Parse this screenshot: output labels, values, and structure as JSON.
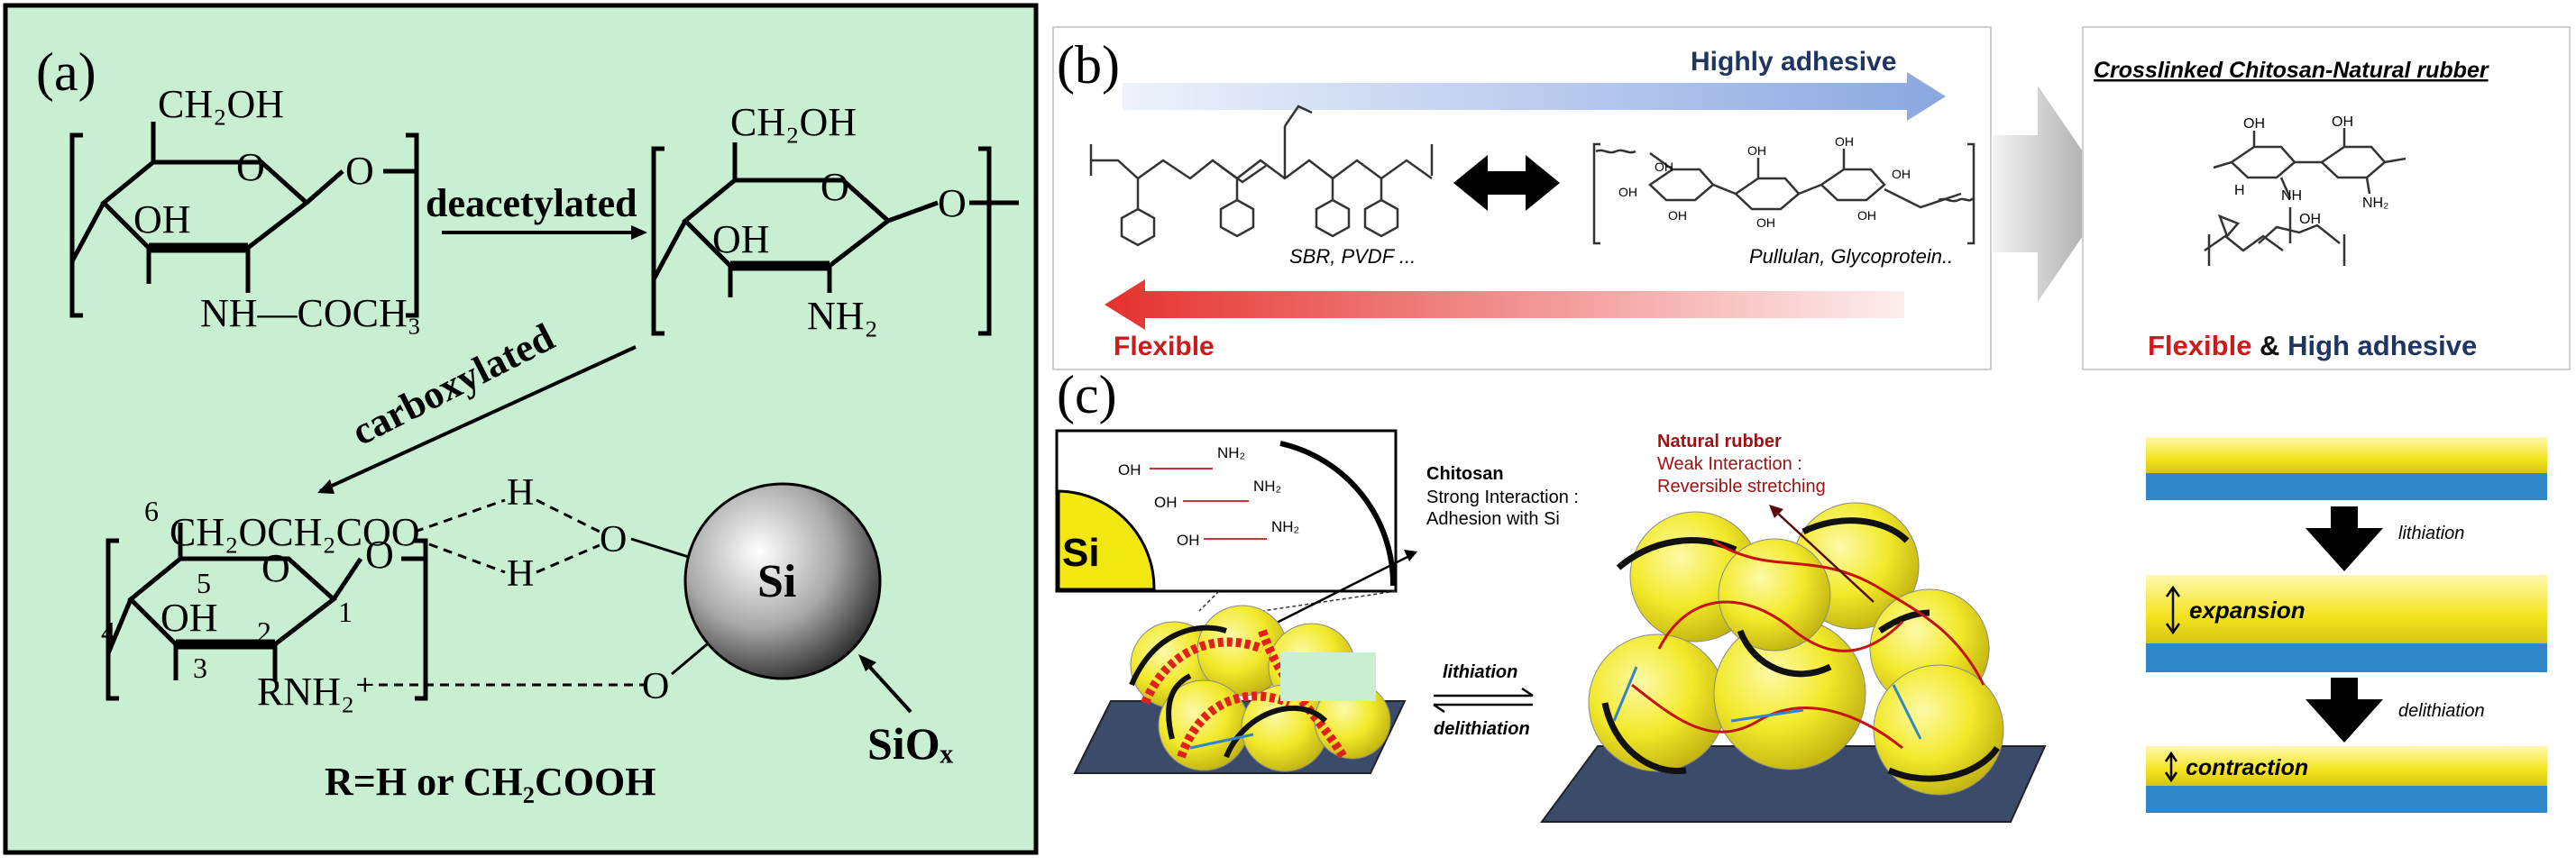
{
  "colors": {
    "panel_a_bg": "#c9efd2",
    "flexible_red": "#d0191b",
    "adhesive_navy": "#1f3562",
    "lilac_arrow": "#9db3e6",
    "rubber_red": "#9e1111",
    "sphere_yellow": "#f2ea2a",
    "substrate_blue": "#3b4b6a",
    "electrode_blue": "#2f87c9"
  },
  "panel_a": {
    "label": "(a)",
    "ch2oh_left": "CH₂OH",
    "ring_O_left": "O",
    "oh_left": "OH",
    "link_O_left": "O",
    "nhcoch3": "NH—COCH₃",
    "deacetylated": "deacetylated",
    "ch2oh_right": "CH₂OH",
    "ring_O_right": "O",
    "oh_right": "OH",
    "link_O_right": "O",
    "nh2": "NH₂",
    "carboxylated": "carboxylated",
    "num_6": "6",
    "num_5": "5",
    "num_4": "4",
    "num_3": "3",
    "num_2": "2",
    "num_1": "1",
    "side_chain": "CH₂OCH₂COO",
    "ring_O_bottom": "O",
    "link_O_bottom": "O",
    "oh_bottom": "OH",
    "rnh2": "RNH₂⁺",
    "h_top": "H",
    "h_bottom": "H",
    "o_si_top": "O",
    "o_si_bottom": "O",
    "si": "Si",
    "siox": "SiOₓ",
    "r_def": "R=H or CH₂COOH"
  },
  "panel_b": {
    "label": "(b)",
    "highly_adhesive": "Highly adhesive",
    "flexible": "Flexible",
    "sbr_caption": "SBR, PVDF ...",
    "pullulan_caption": "Pullulan, Glycoprotein..",
    "box_title": "Crosslinked Chitosan-Natural rubber",
    "bottom_flexible": "Flexible",
    "bottom_amp": " & ",
    "bottom_high_adhesive": "High adhesive",
    "nh_label": "NH",
    "h_label": "H",
    "oh_label": "OH",
    "nh2_label": "NH₂"
  },
  "panel_c": {
    "label": "(c)",
    "inset_si": "Si",
    "inset_oh": "OH",
    "inset_nh2": "NH₂",
    "chitosan_title": "Chitosan",
    "chitosan_line1": "Strong Interaction :",
    "chitosan_line2": "Adhesion with Si",
    "rubber_title": "Natural rubber",
    "rubber_line1": "Weak Interaction :",
    "rubber_line2": "Reversible stretching",
    "lithiation": "lithiation",
    "delithiation": "delithiation",
    "right_lithiation": "lithiation",
    "expansion": "expansion",
    "right_delithiation": "delithiation",
    "contraction": "contraction"
  }
}
